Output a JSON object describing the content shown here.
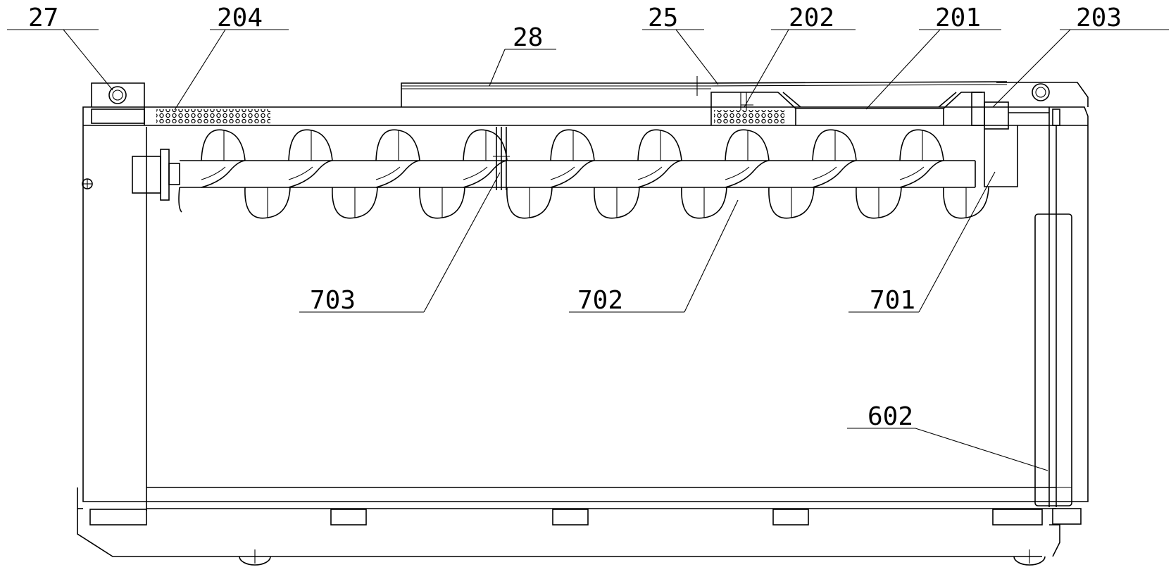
{
  "labels": {
    "l27": "27",
    "l204": "204",
    "l28": "28",
    "l25": "25",
    "l202": "202",
    "l201": "201",
    "l203": "203",
    "l703": "703",
    "l702": "702",
    "l701": "701",
    "l602": "602"
  }
}
